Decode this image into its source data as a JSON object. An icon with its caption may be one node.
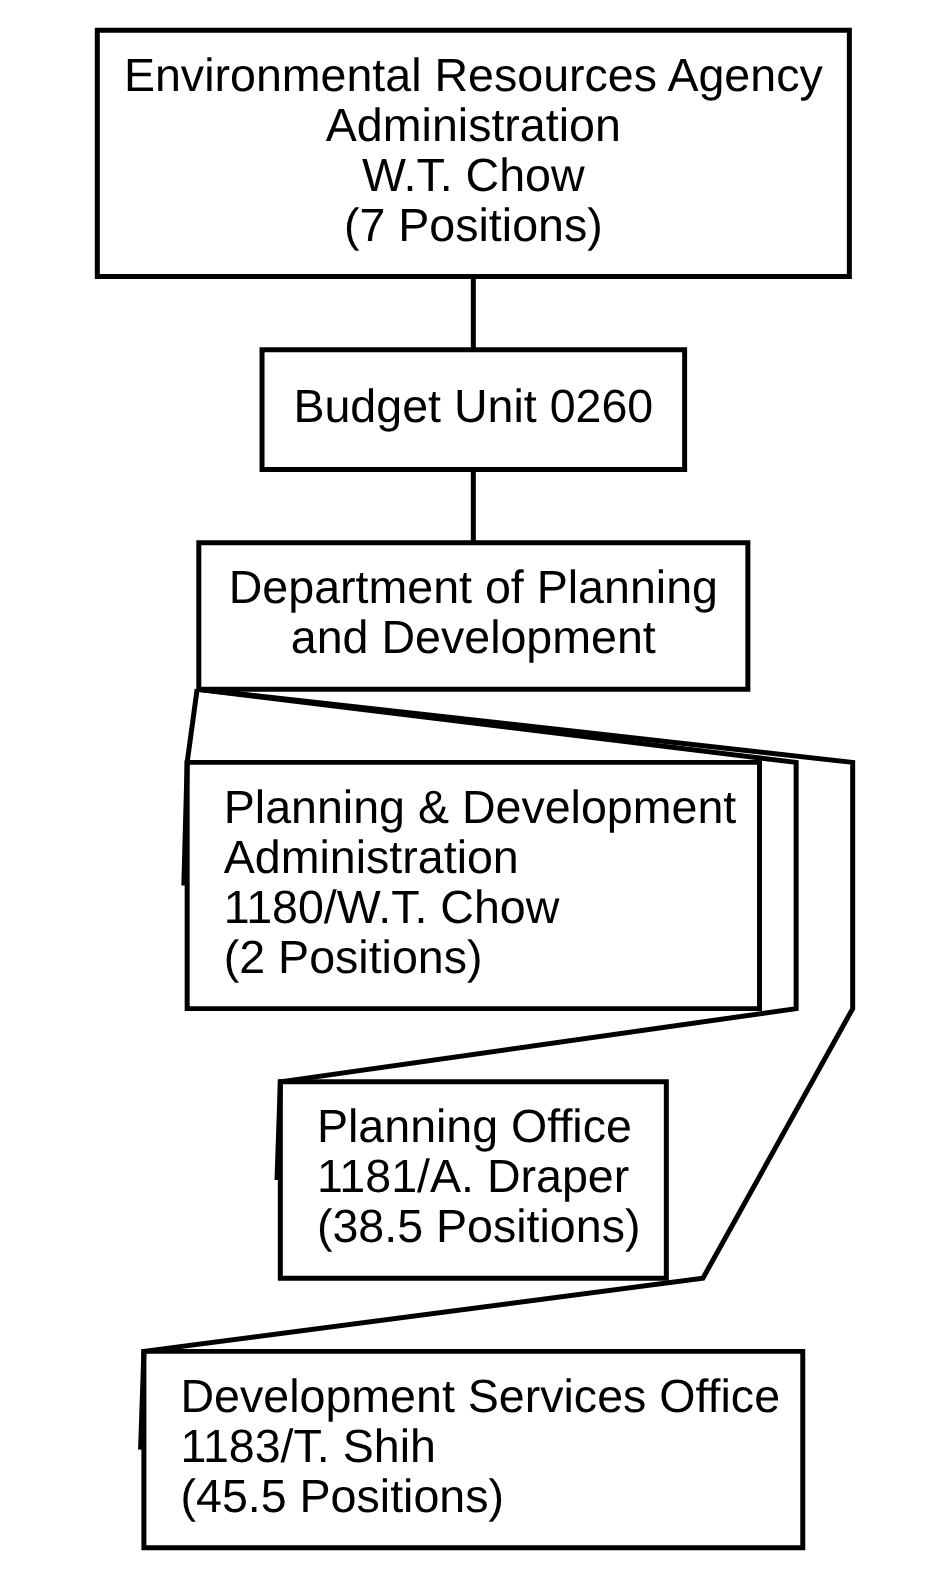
{
  "diagram": {
    "nodes": [
      {
        "text": [
          "Environmental Resources Agency Administration",
          "W.T. Chow",
          "(7 Positions)"
        ]
      },
      {
        "text": [
          "Budget Unit 0260"
        ]
      },
      {
        "text": [
          "Department of Planning and Development"
        ]
      },
      {
        "text": [
          "Planning & Development Administration",
          "1180/W.T. Chow",
          "(2 Positions)"
        ]
      },
      {
        "text": [
          "Planning Office",
          "1181/A. Draper",
          "(38.5 Positions)"
        ]
      },
      {
        "text": [
          "Development Services Office",
          "1183/T. Shih",
          "(45.5 Positions)"
        ]
      }
    ],
    "edges": [
      {
        "from": 0,
        "to": 1,
        "arrow": "none"
      },
      {
        "from": 1,
        "to": 2,
        "arrow": "none"
      },
      {
        "from": 2,
        "to": 3,
        "arrow": "none"
      },
      {
        "from": 2,
        "to": 4,
        "arrow": "none"
      },
      {
        "from": 2,
        "to": 5,
        "arrow": "none"
      }
    ]
  }
}
